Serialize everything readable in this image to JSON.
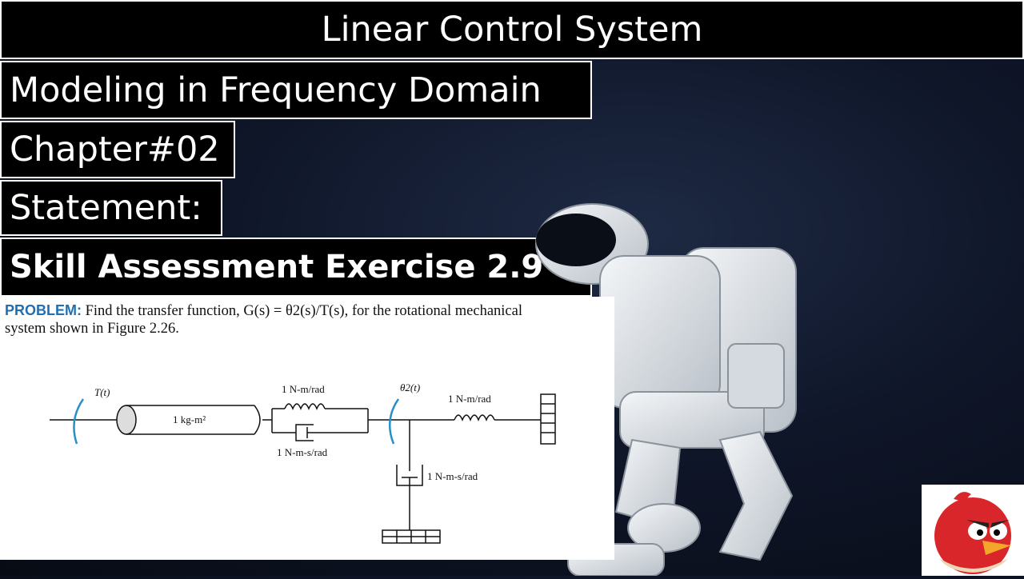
{
  "header": {
    "title": "Linear Control System"
  },
  "labels": {
    "topic": "Modeling in Frequency Domain",
    "chapter": "Chapter#02",
    "statement": "Statement:",
    "exercise": "Skill Assessment Exercise 2.9"
  },
  "problem": {
    "label": "PROBLEM:",
    "text_line1": "Find the transfer function, G(s) = θ2(s)/T(s), for the rotational mechanical",
    "text_line2": "system shown in Figure 2.26."
  },
  "figure": {
    "torque_label": "T(t)",
    "inertia_label": "1 kg-m²",
    "spring1_label": "1 N-m/rad",
    "damper1_label": "1 N-m-s/rad",
    "theta_label": "θ2(t)",
    "spring2_label": "1 N-m/rad",
    "damper2_label": "1 N-m-s/rad"
  },
  "colors": {
    "accent_blue": "#1f6fb2",
    "torque_arrow": "#2a8fc9",
    "bird_red": "#d8262a"
  }
}
